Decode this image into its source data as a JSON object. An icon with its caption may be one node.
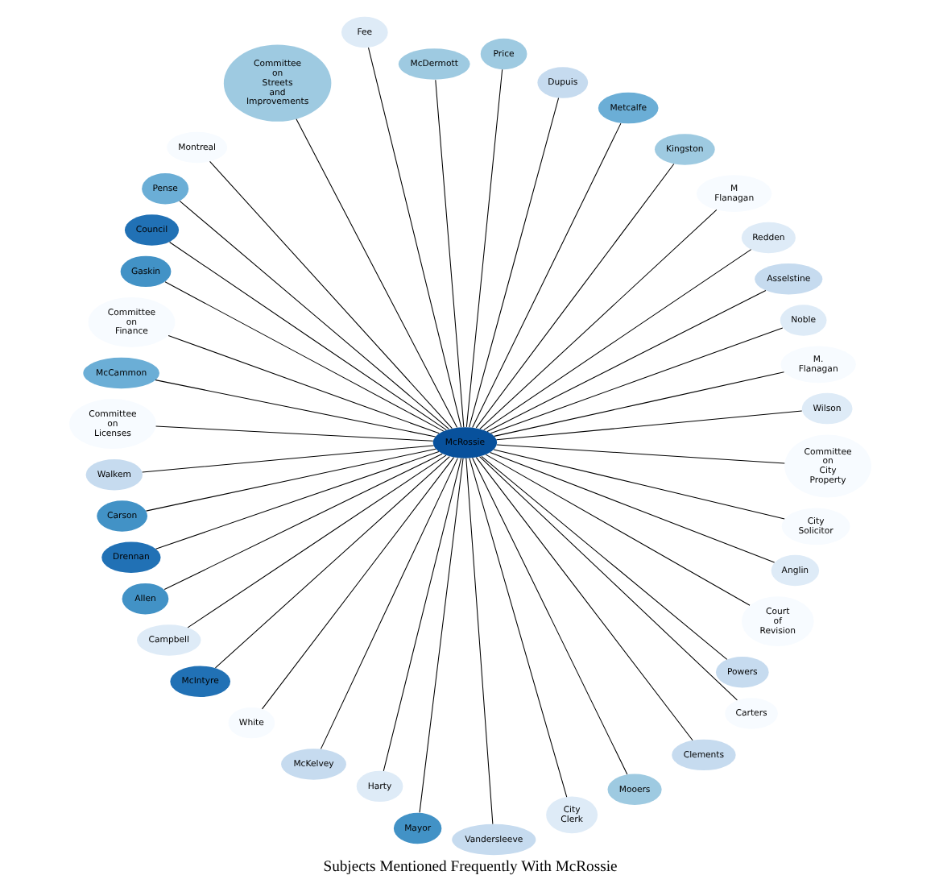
{
  "diagram": {
    "title": "Subjects Mentioned Frequently With McRossie",
    "nodes": [
      {
        "text": [
          "McRossie"
        ]
      },
      {
        "text": [
          "Wilson"
        ]
      },
      {
        "text": [
          "M. Flanagan"
        ]
      },
      {
        "text": [
          "Noble"
        ]
      },
      {
        "text": [
          "Asselstine"
        ]
      },
      {
        "text": [
          "Redden"
        ]
      },
      {
        "text": [
          "M Flanagan"
        ]
      },
      {
        "text": [
          "Kingston"
        ]
      },
      {
        "text": [
          "Metcalfe"
        ]
      },
      {
        "text": [
          "Price"
        ]
      },
      {
        "text": [
          "Dupuis"
        ]
      },
      {
        "text": [
          "McDermott"
        ]
      },
      {
        "text": [
          "Fee"
        ]
      },
      {
        "text": [
          "Committee on Streets and Improvements"
        ]
      },
      {
        "text": [
          "Montreal"
        ]
      },
      {
        "text": [
          "Pense"
        ]
      },
      {
        "text": [
          "Council"
        ]
      },
      {
        "text": [
          "Gaskin"
        ]
      },
      {
        "text": [
          "Committee on Finance"
        ]
      },
      {
        "text": [
          "McCammon"
        ]
      },
      {
        "text": [
          "Committee on Licenses"
        ]
      },
      {
        "text": [
          "Walkem"
        ]
      },
      {
        "text": [
          "Carson"
        ]
      },
      {
        "text": [
          "Drennan"
        ]
      },
      {
        "text": [
          "Allen"
        ]
      },
      {
        "text": [
          "Campbell"
        ]
      },
      {
        "text": [
          "McIntyre"
        ]
      },
      {
        "text": [
          "White"
        ]
      },
      {
        "text": [
          "McKelvey"
        ]
      },
      {
        "text": [
          "Mayor"
        ]
      },
      {
        "text": [
          "Harty"
        ]
      },
      {
        "text": [
          "Vandersleeve"
        ]
      },
      {
        "text": [
          "City Clerk"
        ]
      },
      {
        "text": [
          "Mooers"
        ]
      },
      {
        "text": [
          "Clements"
        ]
      },
      {
        "text": [
          "Carters"
        ]
      },
      {
        "text": [
          "Powers"
        ]
      },
      {
        "text": [
          "Court of Revision"
        ]
      },
      {
        "text": [
          "Anglin"
        ]
      },
      {
        "text": [
          "City Solicitor"
        ]
      },
      {
        "text": [
          "Committee on City Property"
        ]
      }
    ],
    "edges": [
      {
        "from": 0,
        "to": 1,
        "arrow": "none"
      },
      {
        "from": 0,
        "to": 2,
        "arrow": "none"
      },
      {
        "from": 0,
        "to": 3,
        "arrow": "none"
      },
      {
        "from": 0,
        "to": 4,
        "arrow": "none"
      },
      {
        "from": 0,
        "to": 5,
        "arrow": "none"
      },
      {
        "from": 0,
        "to": 6,
        "arrow": "none"
      },
      {
        "from": 0,
        "to": 7,
        "arrow": "none"
      },
      {
        "from": 0,
        "to": 8,
        "arrow": "none"
      },
      {
        "from": 0,
        "to": 9,
        "arrow": "none"
      },
      {
        "from": 0,
        "to": 10,
        "arrow": "none"
      },
      {
        "from": 0,
        "to": 11,
        "arrow": "none"
      },
      {
        "from": 0,
        "to": 12,
        "arrow": "none"
      },
      {
        "from": 0,
        "to": 13,
        "arrow": "none"
      },
      {
        "from": 0,
        "to": 14,
        "arrow": "none"
      },
      {
        "from": 0,
        "to": 15,
        "arrow": "none"
      },
      {
        "from": 0,
        "to": 16,
        "arrow": "none"
      },
      {
        "from": 0,
        "to": 17,
        "arrow": "none"
      },
      {
        "from": 0,
        "to": 18,
        "arrow": "none"
      },
      {
        "from": 0,
        "to": 19,
        "arrow": "none"
      },
      {
        "from": 0,
        "to": 20,
        "arrow": "none"
      },
      {
        "from": 0,
        "to": 21,
        "arrow": "none"
      },
      {
        "from": 0,
        "to": 22,
        "arrow": "none"
      },
      {
        "from": 0,
        "to": 23,
        "arrow": "none"
      },
      {
        "from": 0,
        "to": 24,
        "arrow": "none"
      },
      {
        "from": 0,
        "to": 25,
        "arrow": "none"
      },
      {
        "from": 0,
        "to": 26,
        "arrow": "none"
      },
      {
        "from": 0,
        "to": 27,
        "arrow": "none"
      },
      {
        "from": 0,
        "to": 28,
        "arrow": "none"
      },
      {
        "from": 0,
        "to": 29,
        "arrow": "none"
      },
      {
        "from": 0,
        "to": 30,
        "arrow": "none"
      },
      {
        "from": 0,
        "to": 31,
        "arrow": "none"
      },
      {
        "from": 0,
        "to": 32,
        "arrow": "none"
      },
      {
        "from": 0,
        "to": 33,
        "arrow": "none"
      },
      {
        "from": 0,
        "to": 34,
        "arrow": "none"
      },
      {
        "from": 0,
        "to": 35,
        "arrow": "none"
      },
      {
        "from": 0,
        "to": 36,
        "arrow": "none"
      },
      {
        "from": 0,
        "to": 37,
        "arrow": "none"
      },
      {
        "from": 0,
        "to": 38,
        "arrow": "none"
      },
      {
        "from": 0,
        "to": 39,
        "arrow": "none"
      },
      {
        "from": 0,
        "to": 40,
        "arrow": "none"
      }
    ]
  }
}
